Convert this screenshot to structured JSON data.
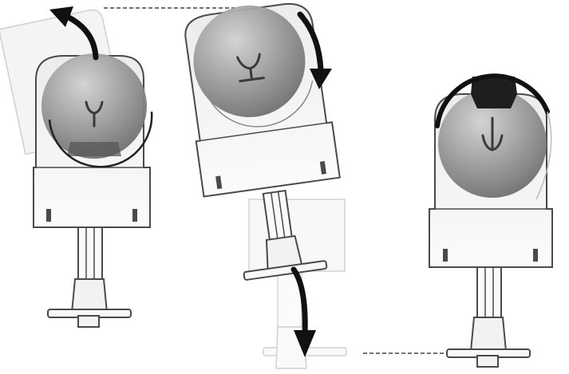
{
  "figure": {
    "panels": [
      {
        "id": "step-1",
        "motion": "tilt-back-counterclockwise"
      },
      {
        "id": "step-2",
        "motion": "rotate-clockwise-and-drop"
      },
      {
        "id": "step-3",
        "motion": "rotate-over-top"
      }
    ],
    "icons": [
      "curved-arrow-icon",
      "down-arrow-icon",
      "dashed-guide-line",
      "y-yoke-icon"
    ],
    "colors": {
      "outline": "#4a4a4a",
      "ghost_outline": "#c9c9c9",
      "body_fill": "#f6f6f6",
      "sphere_dark": "#7d7d7d",
      "sphere_light": "#c4c4c4",
      "arrow": "#111111",
      "dash": "#444444"
    }
  }
}
